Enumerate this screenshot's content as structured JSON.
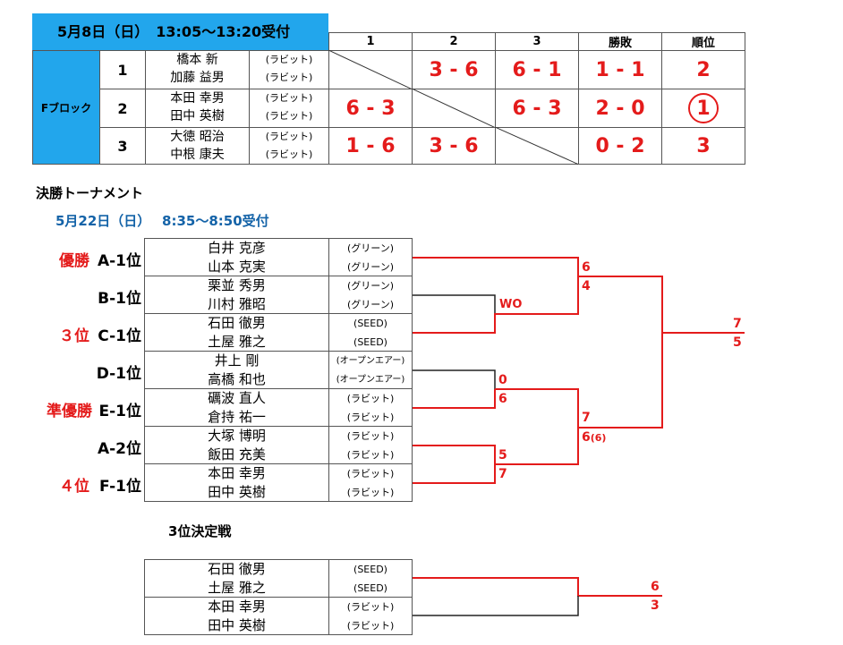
{
  "round_robin": {
    "header": "5月8日（日）　13:05～13:20受付",
    "columns": [
      "1",
      "2",
      "3",
      "勝敗",
      "順位"
    ],
    "block_label": "Fブロック",
    "rows": [
      {
        "no": "1",
        "players": [
          "橋本 新",
          "加藤 益男"
        ],
        "clubs": [
          "(ラビット)",
          "(ラビット)"
        ],
        "scores": [
          "",
          "3 - 6",
          "6 - 1"
        ],
        "record": "1 - 1",
        "rank": "2"
      },
      {
        "no": "2",
        "players": [
          "本田 幸男",
          "田中 英樹"
        ],
        "clubs": [
          "(ラビット)",
          "(ラビット)"
        ],
        "scores": [
          "6 - 3",
          "",
          "6 - 3"
        ],
        "record": "2 - 0",
        "rank": "1"
      },
      {
        "no": "3",
        "players": [
          "大徳 昭治",
          "中根 康夫"
        ],
        "clubs": [
          "(ラビット)",
          "(ラビット)"
        ],
        "scores": [
          "1 - 6",
          "3 - 6",
          ""
        ],
        "record": "0 - 2",
        "rank": "3"
      }
    ]
  },
  "tournament": {
    "title": "決勝トーナメント",
    "date": "5月22日（日）　 8:35～8:50受付",
    "entries": [
      {
        "place": "優勝",
        "seed": "A-1位",
        "players": [
          "白井 克彦",
          "山本 克実"
        ],
        "clubs": [
          "(グリーン)",
          "(グリーン)"
        ]
      },
      {
        "place": "",
        "seed": "B-1位",
        "players": [
          "栗並 秀男",
          "川村 雅昭"
        ],
        "clubs": [
          "(グリーン)",
          "(グリーン)"
        ]
      },
      {
        "place": "３位",
        "seed": "C-1位",
        "players": [
          "石田 徹男",
          "土屋 雅之"
        ],
        "clubs": [
          "(SEED)",
          "(SEED)"
        ]
      },
      {
        "place": "",
        "seed": "D-1位",
        "players": [
          "井上 剛",
          "高橋 和也"
        ],
        "clubs": [
          "(オープンエアー)",
          "(オープンエアー)"
        ]
      },
      {
        "place": "準優勝",
        "seed": "E-1位",
        "players": [
          "礪波 直人",
          "倉持 祐一"
        ],
        "clubs": [
          "(ラビット)",
          "(ラビット)"
        ]
      },
      {
        "place": "",
        "seed": "A-2位",
        "players": [
          "大塚 博明",
          "飯田 充美"
        ],
        "clubs": [
          "(ラビット)",
          "(ラビット)"
        ]
      },
      {
        "place": "４位",
        "seed": "F-1位",
        "players": [
          "本田 幸男",
          "田中 英樹"
        ],
        "clubs": [
          "(ラビット)",
          "(ラビット)"
        ]
      }
    ],
    "results": {
      "bc": "WO",
      "sf1_top": "6",
      "sf1_bot": "4",
      "de_top": "0",
      "de_bot": "6",
      "af_top": "5",
      "af_bot": "7",
      "sf2_top": "7",
      "sf2_bot": "6",
      "sf2_tiebreak": "(6)",
      "final_top": "7",
      "final_bot": "5"
    }
  },
  "third_place": {
    "title": "3位決定戦",
    "entries": [
      {
        "players": [
          "石田 徹男",
          "土屋 雅之"
        ],
        "clubs": [
          "(SEED)",
          "(SEED)"
        ]
      },
      {
        "players": [
          "本田 幸男",
          "田中 英樹"
        ],
        "clubs": [
          "(ラビット)",
          "(ラビット)"
        ]
      }
    ],
    "score_top": "6",
    "score_bot": "3"
  }
}
